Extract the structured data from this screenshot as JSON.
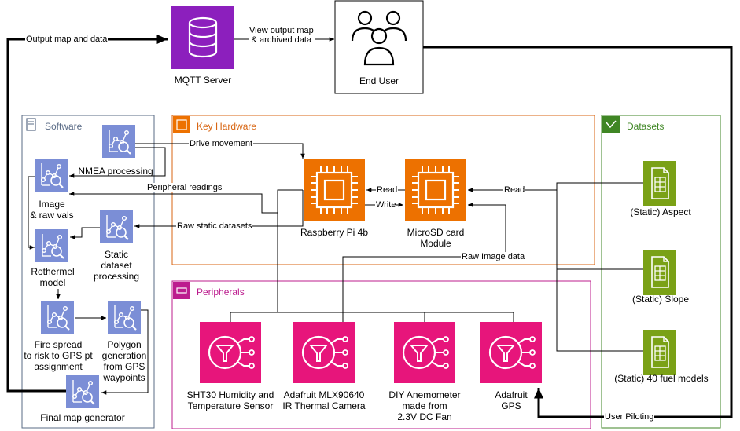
{
  "top": {
    "mqtt_label": "MQTT Server",
    "end_user_label": "End User",
    "view_output_label": "View output map\n& archived data",
    "output_map_label": "Output map and data"
  },
  "groups": {
    "software": "Software",
    "key_hardware": "Key Hardware",
    "peripherals": "Peripherals",
    "datasets": "Datasets"
  },
  "software": {
    "nmea": "NMEA processing",
    "image_raw": "Image\n& raw vals",
    "static_dataset": "Static\ndataset\nprocessing",
    "rothermel": "Rothermel\nmodel",
    "fire_spread": "Fire spread\nto risk to GPS pt\nassignment",
    "polygon": "Polygon\ngeneration\nfrom GPS\nwaypoints",
    "final_map": "Final map generator"
  },
  "hardware": {
    "pi": "Raspberry Pi 4b",
    "microsd": "MicroSD card\nModule"
  },
  "peripherals": {
    "sht30": "SHT30 Humidity and\nTemperature Sensor",
    "mlx": "Adafruit MLX90640\nIR Thermal Camera",
    "anemometer": "DIY Anemometer\nmade from\n2.3V DC Fan",
    "gps": "Adafruit\nGPS"
  },
  "datasets": {
    "aspect": "(Static) Aspect",
    "slope": "(Static) Slope",
    "fuel": "(Static) 40 fuel models"
  },
  "edges": {
    "drive_movement": "Drive movement",
    "peripheral_readings": "Peripheral readings",
    "raw_static": "Raw static datasets",
    "read_pi": "Read",
    "write_sd": "Write",
    "read_sd": "Read",
    "raw_image": "Raw Image data",
    "user_piloting": "User Piloting"
  },
  "colors": {
    "software": "#5a6b86",
    "software_icon": "#7b8ed6",
    "hardware": "#d86613",
    "hardware_icon": "#ed7100",
    "peripherals": "#bc1c8e",
    "peripheral_icon": "#e7157b",
    "datasets": "#3f8624",
    "dataset_icon": "#7aa116",
    "mqtt": "#8c1fbd"
  }
}
